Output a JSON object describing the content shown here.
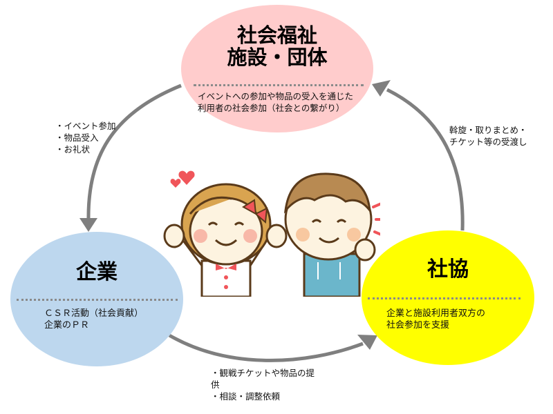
{
  "nodes": {
    "facility": {
      "title_line1": "社会福祉",
      "title_line2": "施設・団体",
      "description": "イベントへの参加や物品の受入を通じた\n利用者の社会参加（社会との繋がり）",
      "color": "#ffcccc"
    },
    "company": {
      "title": "企業",
      "description": "ＣＳＲ活動（社会貢献）\n企業のＰＲ",
      "color": "#bdd7ee"
    },
    "council": {
      "title": "社協",
      "description": "企業と施設利用者双方の\n社会参加を支援",
      "color": "#ffff00"
    }
  },
  "arrows": {
    "facility_to_company": {
      "label": "・イベント参加\n・物品受入\n・お礼状"
    },
    "council_to_facility": {
      "label": "斡旋・取りまとめ・\nチケット等の受渡し"
    },
    "company_to_council": {
      "label": "・観戦チケットや物品の提\n供\n・相談・調整依頼"
    },
    "color": "#7f7f7f"
  },
  "illustration": {
    "subject": "two smiling children (girl with red bow, boy in blue hoodie)"
  }
}
